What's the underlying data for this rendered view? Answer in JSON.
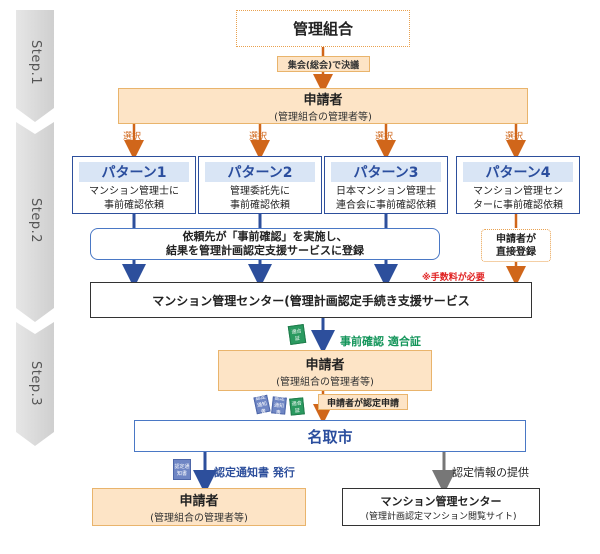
{
  "steps": [
    "Step.1",
    "Step.2",
    "Step.3"
  ],
  "top": {
    "union": "管理組合",
    "resolution": "集会(総会)で決議"
  },
  "applicant": {
    "title": "申請者",
    "sub": "(管理組合の管理者等)"
  },
  "choice_label": "選択",
  "patterns": [
    {
      "title": "パターン1",
      "line1": "マンション管理士に",
      "line2": "事前確認依頼"
    },
    {
      "title": "パターン2",
      "line1": "管理委託先に",
      "line2": "事前確認依頼"
    },
    {
      "title": "パターン3",
      "line1": "日本マンション管理士",
      "line2": "連合会に事前確認依頼"
    },
    {
      "title": "パターン4",
      "line1": "マンション管理セン",
      "line2": "ターに事前確認依頼"
    }
  ],
  "request_box": {
    "line1": "依頼先が「事前確認」を実施し、",
    "line2": "結果を管理計画認定支援サービスに登録"
  },
  "direct_register": {
    "line1": "申請者が",
    "line2": "直接登録"
  },
  "fee_note": "※手数料が必要",
  "center_box": "マンション管理センター(管理計画認定手続き支援サービス",
  "pre_confirm": "事前確認 適合証",
  "applicant_apply": "申請者が認定申請",
  "city": "名取市",
  "issue": "認定通知書 発行",
  "provide": "認定情報の提供",
  "final_center": {
    "title": "マンション管理センター",
    "sub": "(管理計画認定マンション閲覧サイト)"
  },
  "doc_icons": {
    "certificate": "適合証",
    "notice": "認定通知書"
  },
  "colors": {
    "orange_border": "#e9b46c",
    "orange_fill": "#fde4c6",
    "blue": "#2d4f9c",
    "green": "#13955a",
    "red": "#e02020",
    "arrow_orange": "#d0661a"
  }
}
